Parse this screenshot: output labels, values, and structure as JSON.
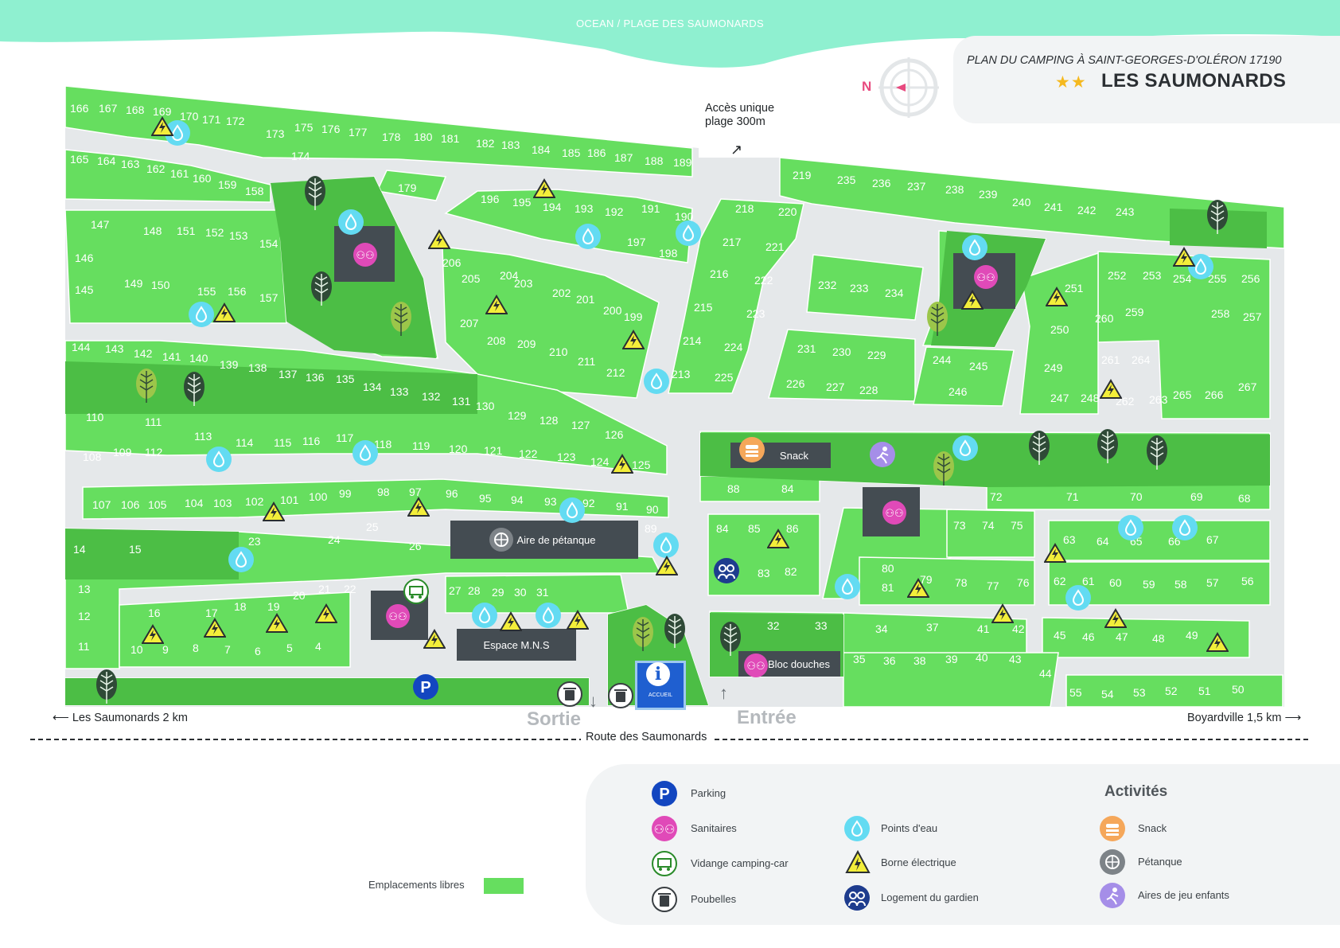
{
  "header": {
    "ocean_label": "OCEAN / PLAGE DES SAUMONARDS",
    "subtitle": "PLAN DU CAMPING À SAINT-GEORGES-D'OLÉRON 17190",
    "title": "LES SAUMONARDS",
    "stars": "★★",
    "compass_letter": "N"
  },
  "colors": {
    "ocean": "#8ff0d0",
    "pitch_green": "#66de5f",
    "zone_green": "#4cbe45",
    "road": "#e5e8ea",
    "dark_box": "#444c52",
    "water_point": "#63dbf2",
    "sanitaires": "#e04ab8",
    "parking": "#1346c0",
    "warning": "#f3ee3a",
    "snack": "#f5a75a",
    "playground": "#a58ee8"
  },
  "map": {
    "beach_access": "Accès unique\nplage 300m",
    "road_name": "Route des Saumonards",
    "left_direction": "Les Saumonards 2 km",
    "right_direction": "Boyardville 1,5 km",
    "exit_label": "Sortie",
    "entry_label": "Entrée",
    "snack_label": "Snack",
    "petanque_label": "Aire de pétanque",
    "mns_label": "Espace M.N.S",
    "bloc_label": "Bloc douches",
    "accueil_label": "ACCUEIL",
    "lots": [
      {
        "n": "166"
      },
      {
        "n": "167"
      },
      {
        "n": "168"
      },
      {
        "n": "169"
      },
      {
        "n": "170"
      },
      {
        "n": "171"
      },
      {
        "n": "172"
      },
      {
        "n": "173"
      },
      {
        "n": "175"
      },
      {
        "n": "176"
      },
      {
        "n": "177"
      },
      {
        "n": "178"
      },
      {
        "n": "180"
      },
      {
        "n": "181"
      },
      {
        "n": "182"
      },
      {
        "n": "183"
      },
      {
        "n": "184"
      },
      {
        "n": "185"
      },
      {
        "n": "186"
      },
      {
        "n": "187"
      },
      {
        "n": "188"
      },
      {
        "n": "189"
      },
      {
        "n": "174"
      },
      {
        "n": "165"
      },
      {
        "n": "164"
      },
      {
        "n": "163"
      },
      {
        "n": "162"
      },
      {
        "n": "161"
      },
      {
        "n": "160"
      },
      {
        "n": "159"
      },
      {
        "n": "158"
      },
      {
        "n": "179"
      },
      {
        "n": "196"
      },
      {
        "n": "195"
      },
      {
        "n": "194"
      },
      {
        "n": "193"
      },
      {
        "n": "192"
      },
      {
        "n": "191"
      },
      {
        "n": "190"
      },
      {
        "n": "197"
      },
      {
        "n": "198"
      },
      {
        "n": "147"
      },
      {
        "n": "148"
      },
      {
        "n": "151"
      },
      {
        "n": "152"
      },
      {
        "n": "153"
      },
      {
        "n": "154"
      },
      {
        "n": "146"
      },
      {
        "n": "145"
      },
      {
        "n": "149"
      },
      {
        "n": "150"
      },
      {
        "n": "155"
      },
      {
        "n": "156"
      },
      {
        "n": "157"
      },
      {
        "n": "206"
      },
      {
        "n": "205"
      },
      {
        "n": "204"
      },
      {
        "n": "203"
      },
      {
        "n": "202"
      },
      {
        "n": "201"
      },
      {
        "n": "200"
      },
      {
        "n": "199"
      },
      {
        "n": "207"
      },
      {
        "n": "208"
      },
      {
        "n": "209"
      },
      {
        "n": "210"
      },
      {
        "n": "211"
      },
      {
        "n": "212"
      },
      {
        "n": "144"
      },
      {
        "n": "143"
      },
      {
        "n": "142"
      },
      {
        "n": "141"
      },
      {
        "n": "140"
      },
      {
        "n": "139"
      },
      {
        "n": "138"
      },
      {
        "n": "137"
      },
      {
        "n": "136"
      },
      {
        "n": "135"
      },
      {
        "n": "134"
      },
      {
        "n": "133"
      },
      {
        "n": "132"
      },
      {
        "n": "131"
      },
      {
        "n": "130"
      },
      {
        "n": "129"
      },
      {
        "n": "128"
      },
      {
        "n": "127"
      },
      {
        "n": "126"
      },
      {
        "n": "110"
      },
      {
        "n": "111"
      },
      {
        "n": "113"
      },
      {
        "n": "114"
      },
      {
        "n": "115"
      },
      {
        "n": "116"
      },
      {
        "n": "117"
      },
      {
        "n": "118"
      },
      {
        "n": "119"
      },
      {
        "n": "120"
      },
      {
        "n": "121"
      },
      {
        "n": "122"
      },
      {
        "n": "123"
      },
      {
        "n": "124"
      },
      {
        "n": "125"
      },
      {
        "n": "108"
      },
      {
        "n": "109"
      },
      {
        "n": "112"
      },
      {
        "n": "107"
      },
      {
        "n": "106"
      },
      {
        "n": "105"
      },
      {
        "n": "104"
      },
      {
        "n": "103"
      },
      {
        "n": "102"
      },
      {
        "n": "101"
      },
      {
        "n": "100"
      },
      {
        "n": "99"
      },
      {
        "n": "98"
      },
      {
        "n": "97"
      },
      {
        "n": "96"
      },
      {
        "n": "95"
      },
      {
        "n": "94"
      },
      {
        "n": "93"
      },
      {
        "n": "92"
      },
      {
        "n": "91"
      },
      {
        "n": "90"
      },
      {
        "n": "89"
      },
      {
        "n": "14"
      },
      {
        "n": "15"
      },
      {
        "n": "23"
      },
      {
        "n": "24"
      },
      {
        "n": "25"
      },
      {
        "n": "26"
      },
      {
        "n": "13"
      },
      {
        "n": "12"
      },
      {
        "n": "11"
      },
      {
        "n": "16"
      },
      {
        "n": "17"
      },
      {
        "n": "18"
      },
      {
        "n": "19"
      },
      {
        "n": "20"
      },
      {
        "n": "21"
      },
      {
        "n": "22"
      },
      {
        "n": "10"
      },
      {
        "n": "9"
      },
      {
        "n": "8"
      },
      {
        "n": "7"
      },
      {
        "n": "6"
      },
      {
        "n": "5"
      },
      {
        "n": "4"
      },
      {
        "n": "27"
      },
      {
        "n": "28"
      },
      {
        "n": "29"
      },
      {
        "n": "30"
      },
      {
        "n": "31"
      },
      {
        "n": "219"
      },
      {
        "n": "235"
      },
      {
        "n": "236"
      },
      {
        "n": "237"
      },
      {
        "n": "238"
      },
      {
        "n": "239"
      },
      {
        "n": "240"
      },
      {
        "n": "241"
      },
      {
        "n": "242"
      },
      {
        "n": "243"
      },
      {
        "n": "218"
      },
      {
        "n": "220"
      },
      {
        "n": "217"
      },
      {
        "n": "221"
      },
      {
        "n": "216"
      },
      {
        "n": "222"
      },
      {
        "n": "215"
      },
      {
        "n": "223"
      },
      {
        "n": "214"
      },
      {
        "n": "224"
      },
      {
        "n": "213"
      },
      {
        "n": "225"
      },
      {
        "n": "232"
      },
      {
        "n": "233"
      },
      {
        "n": "234"
      },
      {
        "n": "231"
      },
      {
        "n": "230"
      },
      {
        "n": "229"
      },
      {
        "n": "226"
      },
      {
        "n": "227"
      },
      {
        "n": "228"
      },
      {
        "n": "244"
      },
      {
        "n": "245"
      },
      {
        "n": "246"
      },
      {
        "n": "251"
      },
      {
        "n": "252"
      },
      {
        "n": "253"
      },
      {
        "n": "254"
      },
      {
        "n": "255"
      },
      {
        "n": "256"
      },
      {
        "n": "250"
      },
      {
        "n": "260"
      },
      {
        "n": "259"
      },
      {
        "n": "258"
      },
      {
        "n": "257"
      },
      {
        "n": "249"
      },
      {
        "n": "261"
      },
      {
        "n": "264"
      },
      {
        "n": "247"
      },
      {
        "n": "248"
      },
      {
        "n": "262"
      },
      {
        "n": "263"
      },
      {
        "n": "265"
      },
      {
        "n": "266"
      },
      {
        "n": "267"
      },
      {
        "n": "88"
      },
      {
        "n": "84"
      },
      {
        "n": "72"
      },
      {
        "n": "71"
      },
      {
        "n": "70"
      },
      {
        "n": "69"
      },
      {
        "n": "68"
      },
      {
        "n": "84"
      },
      {
        "n": "85"
      },
      {
        "n": "86"
      },
      {
        "n": "83"
      },
      {
        "n": "82"
      },
      {
        "n": "73"
      },
      {
        "n": "74"
      },
      {
        "n": "75"
      },
      {
        "n": "63"
      },
      {
        "n": "64"
      },
      {
        "n": "65"
      },
      {
        "n": "66"
      },
      {
        "n": "67"
      },
      {
        "n": "80"
      },
      {
        "n": "81"
      },
      {
        "n": "79"
      },
      {
        "n": "78"
      },
      {
        "n": "77"
      },
      {
        "n": "76"
      },
      {
        "n": "62"
      },
      {
        "n": "61"
      },
      {
        "n": "60"
      },
      {
        "n": "59"
      },
      {
        "n": "58"
      },
      {
        "n": "57"
      },
      {
        "n": "56"
      },
      {
        "n": "32"
      },
      {
        "n": "33"
      },
      {
        "n": "34"
      },
      {
        "n": "37"
      },
      {
        "n": "41"
      },
      {
        "n": "42"
      },
      {
        "n": "45"
      },
      {
        "n": "46"
      },
      {
        "n": "47"
      },
      {
        "n": "48"
      },
      {
        "n": "49"
      },
      {
        "n": "35"
      },
      {
        "n": "36"
      },
      {
        "n": "38"
      },
      {
        "n": "39"
      },
      {
        "n": "40"
      },
      {
        "n": "43"
      },
      {
        "n": "44"
      },
      {
        "n": "55"
      },
      {
        "n": "54"
      },
      {
        "n": "53"
      },
      {
        "n": "52"
      },
      {
        "n": "51"
      },
      {
        "n": "50"
      }
    ]
  },
  "legend": {
    "parking": "Parking",
    "sanitaires": "Sanitaires",
    "vidange": "Vidange camping-car",
    "poubelles": "Poubelles",
    "points_eau": "Points d'eau",
    "borne": "Borne électrique",
    "logement": "Logement du gardien",
    "activites_title": "Activités",
    "snack": "Snack",
    "petanque": "Pétanque",
    "aires_jeu": "Aires de jeu enfants",
    "emplacements": "Emplacements libres"
  }
}
